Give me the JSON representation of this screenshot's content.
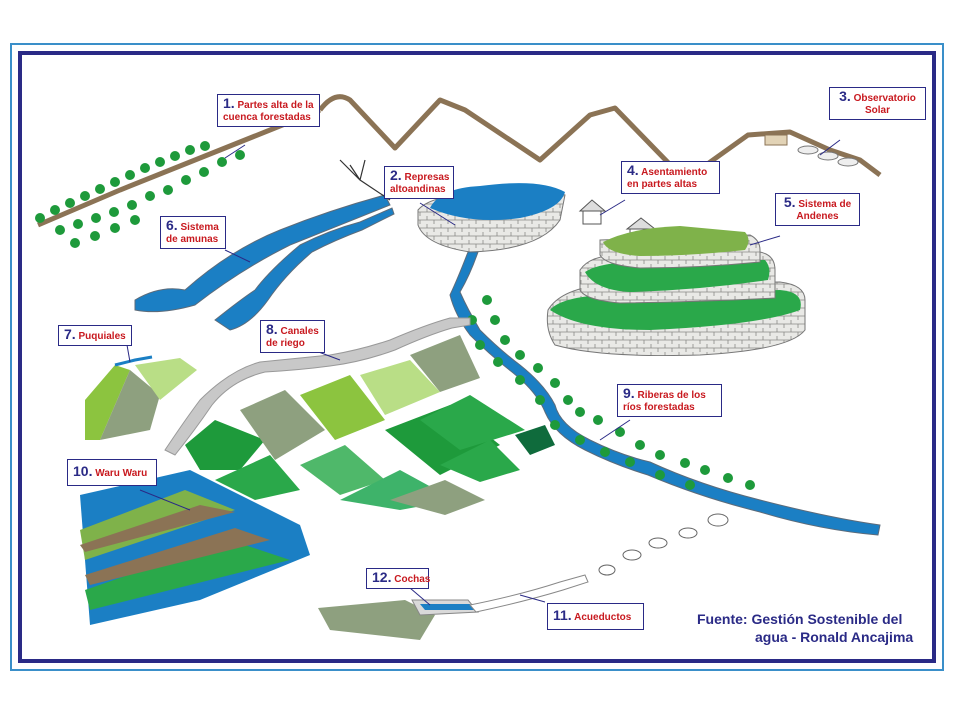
{
  "labels": [
    {
      "num": "1.",
      "text1": "Partes alta de la",
      "text2": "cuenca forestadas"
    },
    {
      "num": "2.",
      "text1": "Represas",
      "text2": "altoandinas"
    },
    {
      "num": "3.",
      "text1": "Observatorio",
      "text2": "Solar"
    },
    {
      "num": "4.",
      "text1": "Asentamiento",
      "text2": "en partes altas"
    },
    {
      "num": "5.",
      "text1": "Sistema de",
      "text2": "Andenes"
    },
    {
      "num": "6.",
      "text1": "Sistema",
      "text2": "de amunas"
    },
    {
      "num": "7.",
      "text1": "Puquiales",
      "text2": ""
    },
    {
      "num": "8.",
      "text1": "Canales",
      "text2": "de riego"
    },
    {
      "num": "9.",
      "text1": "Riberas de los",
      "text2": "ríos forestadas"
    },
    {
      "num": "10.",
      "text1": "Waru Waru",
      "text2": ""
    },
    {
      "num": "11.",
      "text1": "Acueductos",
      "text2": ""
    },
    {
      "num": "12.",
      "text1": "Cochas",
      "text2": ""
    }
  ],
  "source_note": {
    "line1": "Fuente: Gestión Sostenible del",
    "line2": "agua - Ronald Ancajima"
  },
  "colors": {
    "frame_outer": "#3a8fc9",
    "frame_inner": "#2a2a86",
    "label_text": "#c8191f",
    "label_number": "#2a2a86",
    "water": "#1b7fc4",
    "mountain": "#8b7355"
  }
}
